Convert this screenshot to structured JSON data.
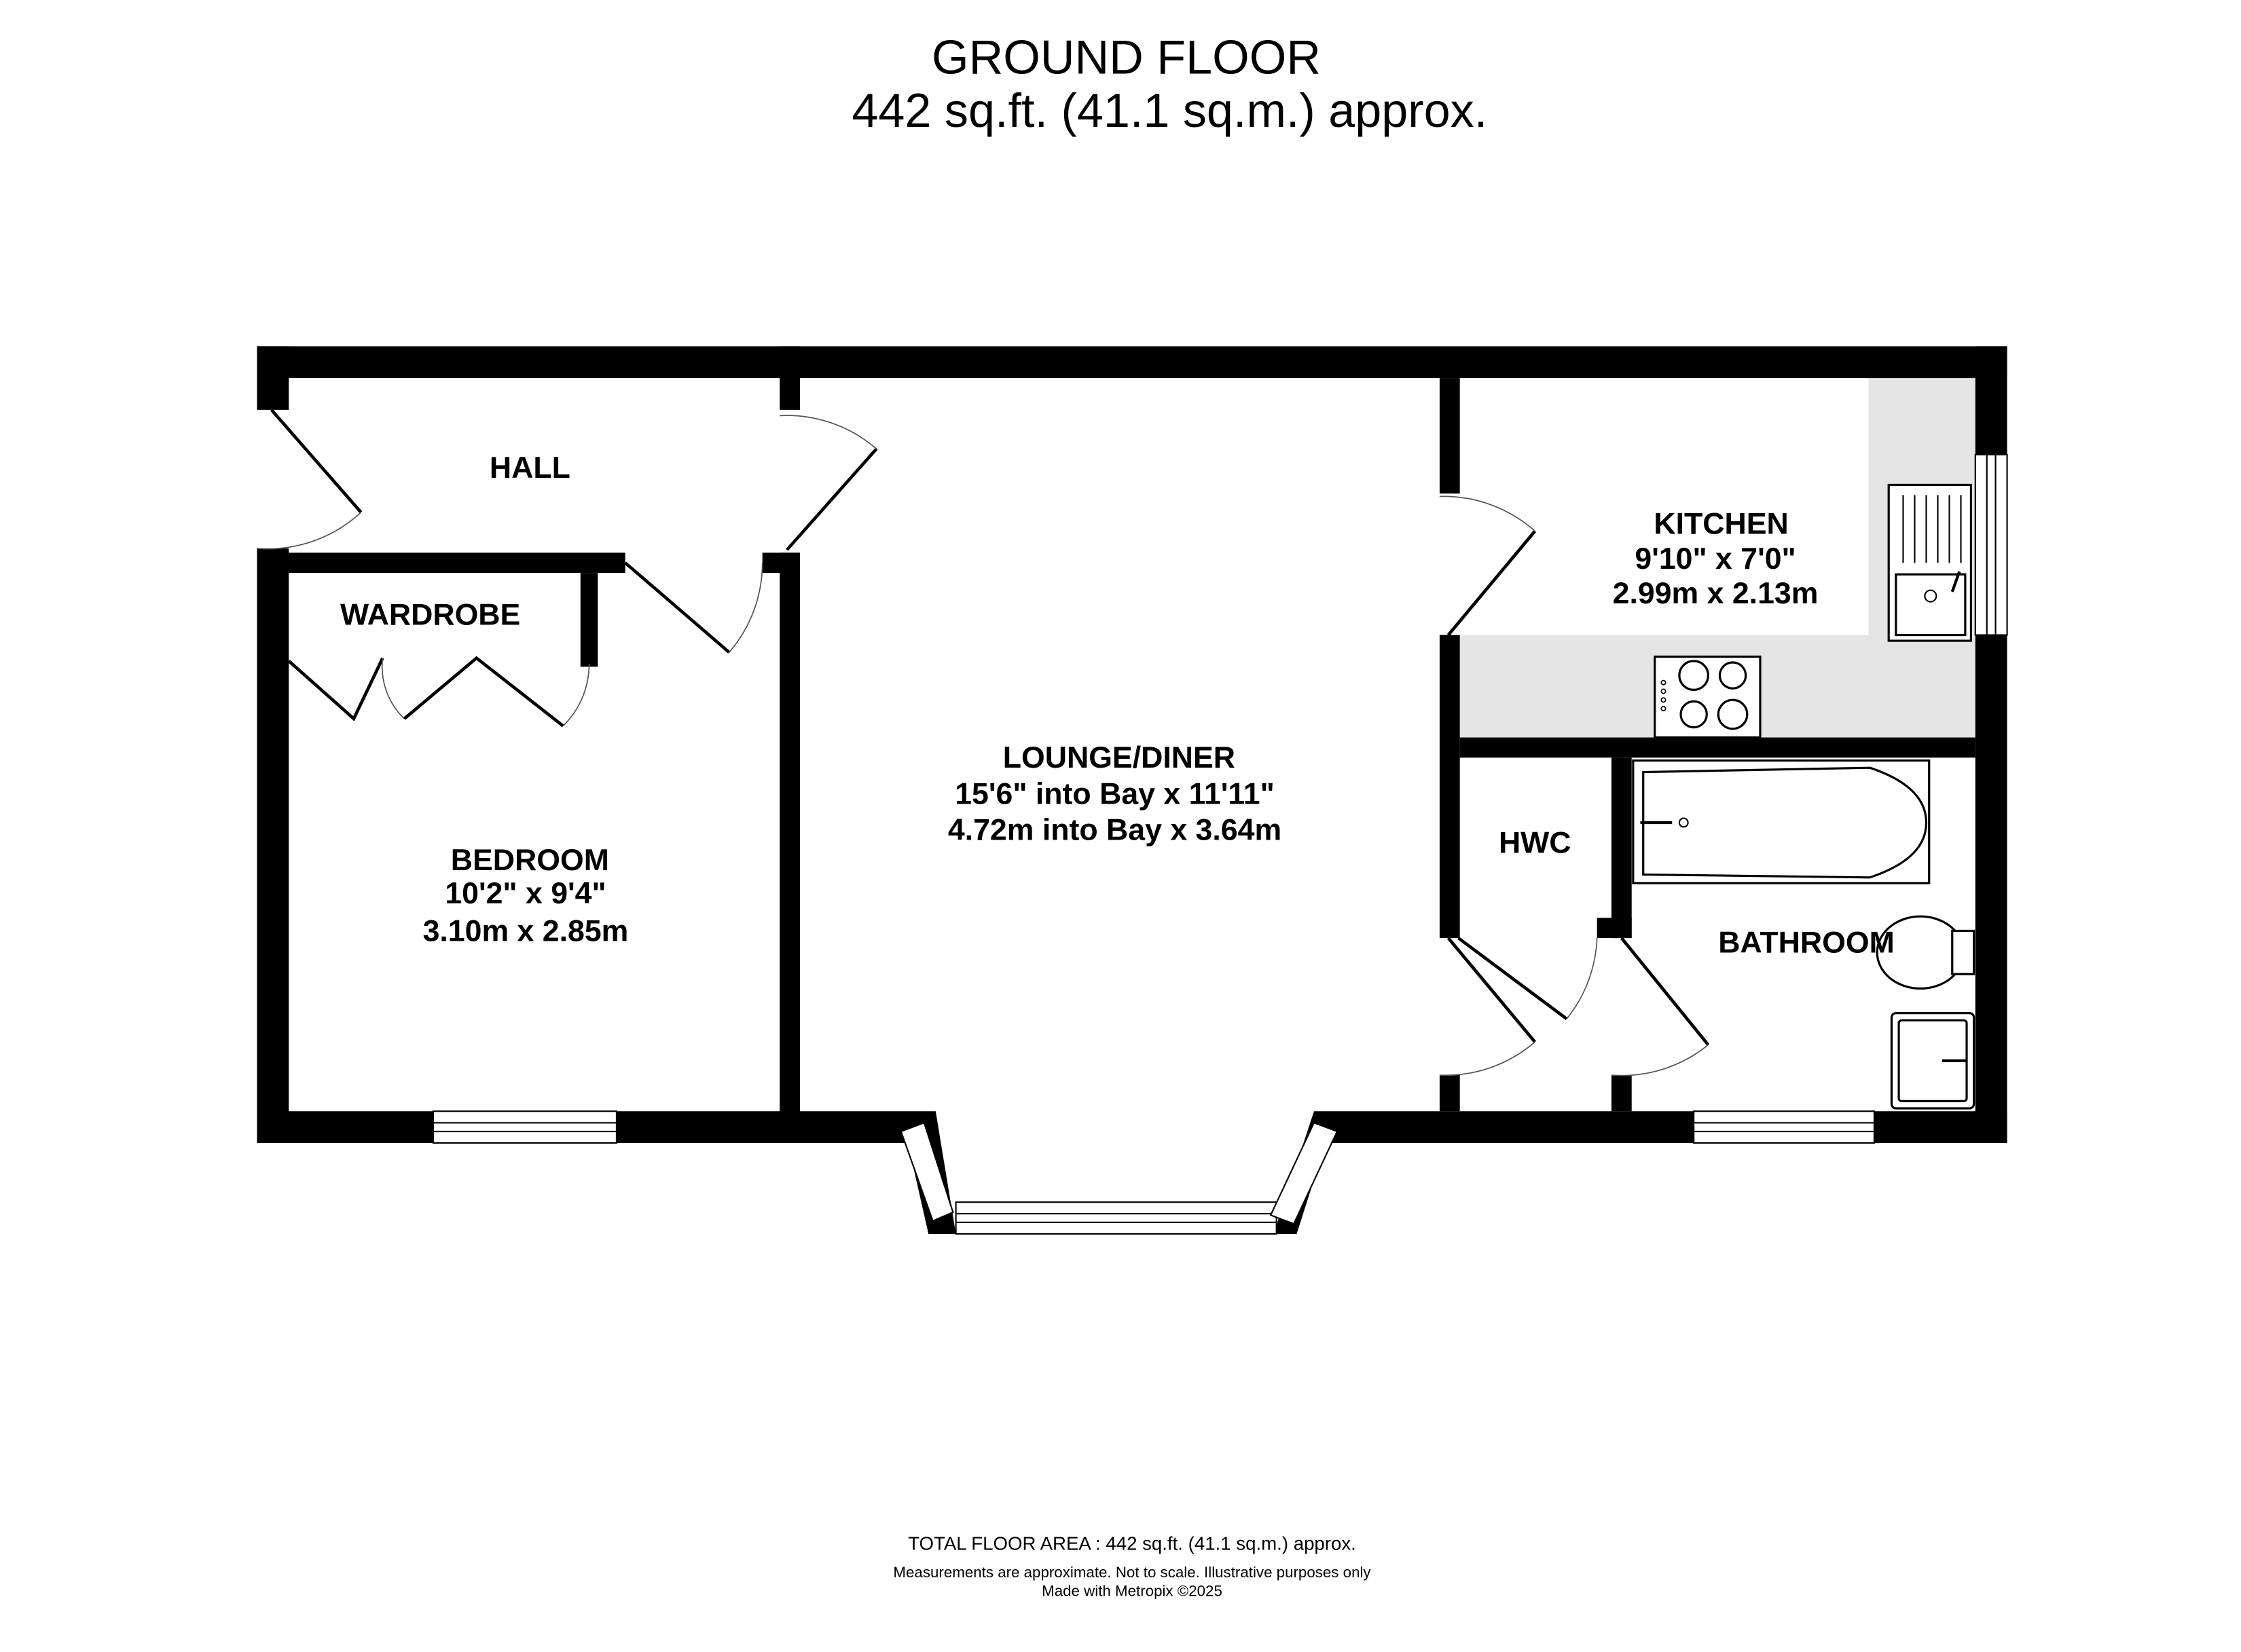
{
  "header": {
    "title": "GROUND FLOOR",
    "area": "442 sq.ft. (41.1 sq.m.) approx."
  },
  "rooms": {
    "hall": {
      "name": "HALL"
    },
    "wardrobe": {
      "name": "WARDROBE"
    },
    "bedroom": {
      "name": "BEDROOM",
      "imperial": "10'2\"  x 9'4\"",
      "metric": "3.10m  x 2.85m"
    },
    "lounge": {
      "name": "LOUNGE/DINER",
      "imperial": "15'6\" into Bay x 11'11\"",
      "metric": "4.72m into Bay x 3.64m"
    },
    "kitchen": {
      "name": "KITCHEN",
      "imperial": "9'10\"  x 7'0\"",
      "metric": "2.99m  x 2.13m"
    },
    "hwc": {
      "name": "HWC"
    },
    "bathroom": {
      "name": "BATHROOM"
    }
  },
  "footer": {
    "total": "TOTAL FLOOR AREA : 442 sq.ft. (41.1 sq.m.) approx.",
    "disclaimer": "Measurements are approximate.  Not to scale.  Illustrative purposes only",
    "credit": "Made with Metropix ©2025"
  },
  "colors": {
    "wall": "#000000",
    "counter": "#e5e5e5"
  }
}
